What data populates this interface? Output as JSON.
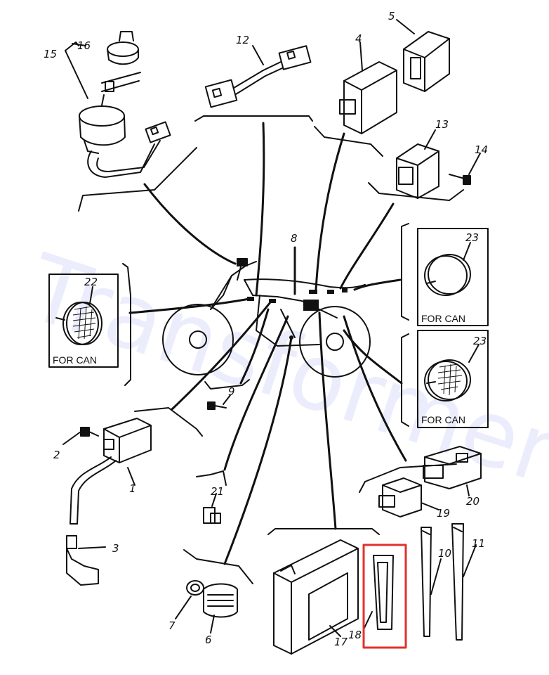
{
  "watermark": "Transformers",
  "for_can_label": "FOR CAN",
  "highlight_color": "#e0322d",
  "line_color": "#111111",
  "callouts": {
    "n1": "1",
    "n2": "2",
    "n3": "3",
    "n4": "4",
    "n5": "5",
    "n6": "6",
    "n7": "7",
    "n8": "8",
    "n9": "9",
    "n10": "10",
    "n11": "11",
    "n12": "12",
    "n13": "13",
    "n14": "14",
    "n15": "15",
    "n16": "16",
    "n17": "17",
    "n18": "18",
    "n19": "19",
    "n20": "20",
    "n21": "21",
    "n22": "22",
    "n23a": "23",
    "n23b": "23"
  }
}
